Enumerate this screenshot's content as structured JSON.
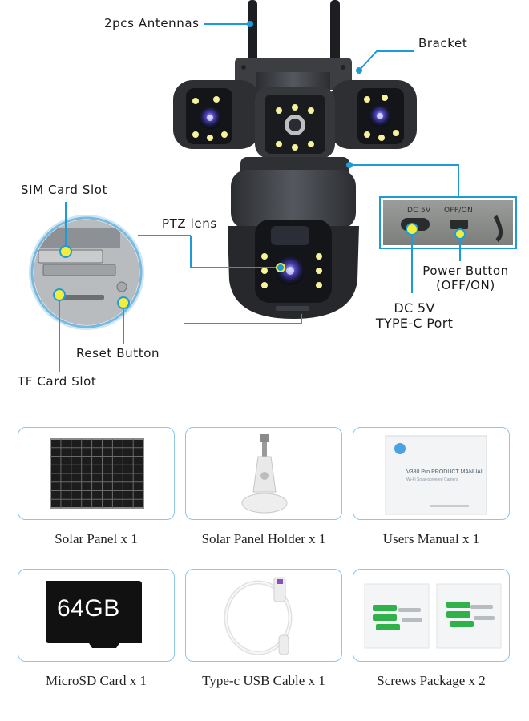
{
  "callouts": {
    "antennas": "2pcs Antennas",
    "bracket": "Bracket",
    "sim_slot": "SIM Card Slot",
    "ptz_lens": "PTZ lens",
    "power_button_line1": "Power Button",
    "power_button_line2": "(OFF/ON)",
    "dc_line1": "DC 5V",
    "dc_line2": "TYPE-C Port",
    "reset_button": "Reset Button",
    "tf_slot": "TF Card Slot"
  },
  "port_panel": {
    "dc_label": "DC 5V",
    "switch_label": "OFF/ON"
  },
  "accessories": [
    {
      "caption": "Solar Panel x 1"
    },
    {
      "caption": "Solar Panel Holder x 1"
    },
    {
      "caption": "Users Manual x 1",
      "manual_title": "V380 Pro PRODUCT MANUAL",
      "manual_subtitle": "Wi-Fi Solar-powered Camera"
    },
    {
      "caption": "MicroSD Card x 1",
      "card_text": "64GB"
    },
    {
      "caption": "Type-c USB Cable x 1"
    },
    {
      "caption": "Screws Package x 2"
    }
  ],
  "colors": {
    "callout_line": "#1e9bd7",
    "highlight_dot": "#f4ee3a",
    "card_border": "#8fc6e6",
    "camera_body": "#3a3c40"
  }
}
